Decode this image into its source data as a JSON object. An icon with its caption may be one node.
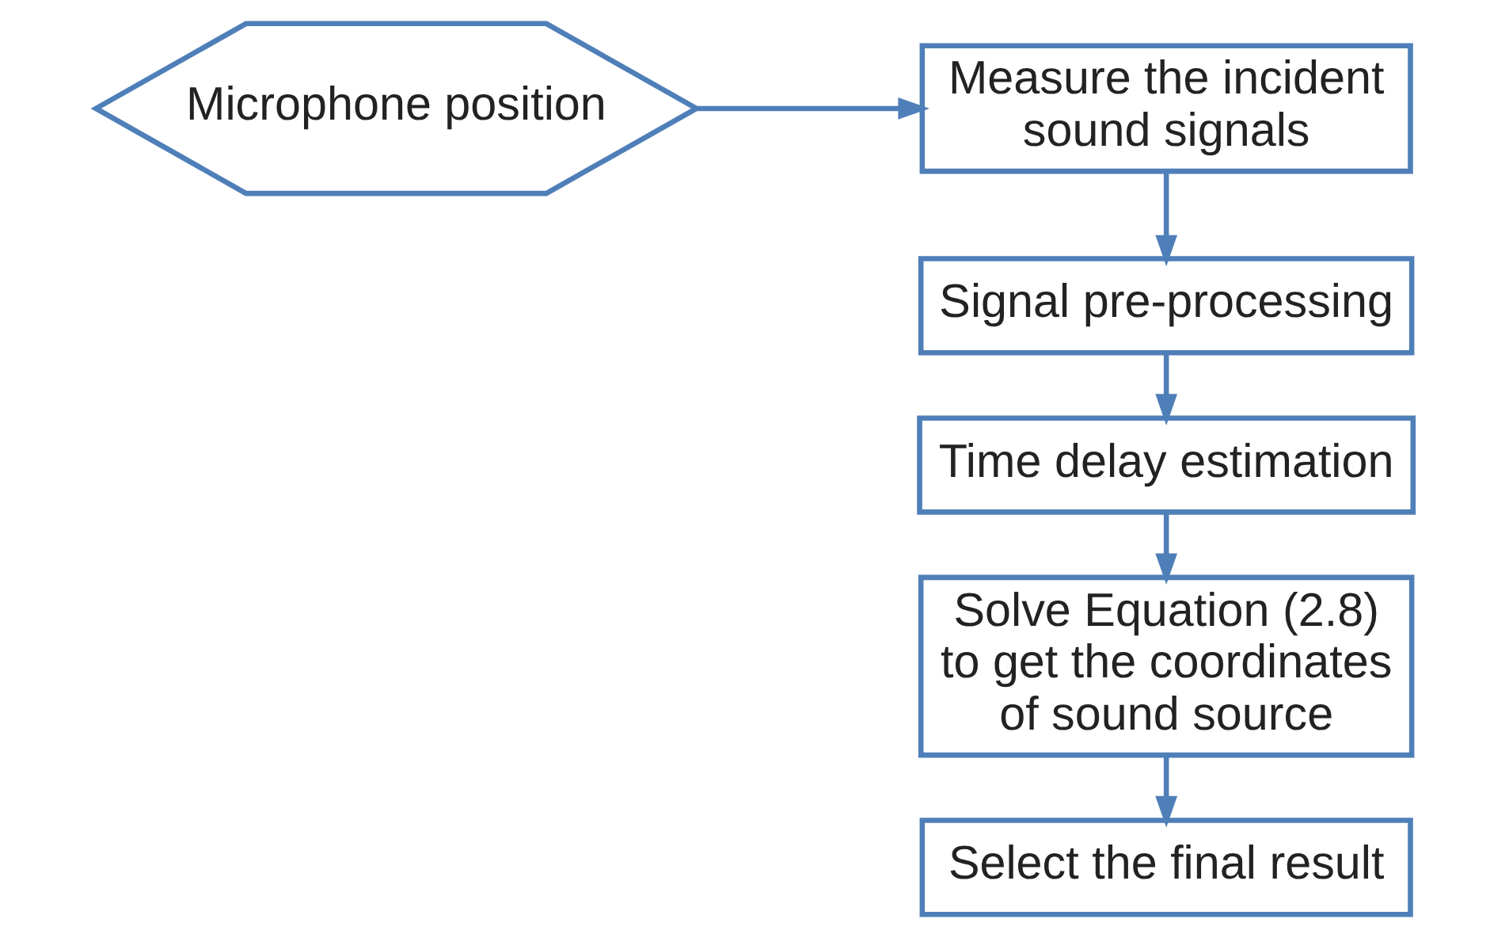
{
  "diagram": {
    "nodes": [
      {
        "text": [
          "Microphone position"
        ]
      },
      {
        "text": [
          "Measure the incident sound signals"
        ]
      },
      {
        "text": [
          "Signal pre-processing"
        ]
      },
      {
        "text": [
          "Time delay estimation"
        ]
      },
      {
        "text": [
          "Solve Equation (2.8) to get the coordinates of sound source"
        ]
      },
      {
        "text": [
          "Select the final result"
        ]
      }
    ],
    "edges": [
      {
        "from": 0,
        "to": 1,
        "arrow": "to"
      },
      {
        "from": 1,
        "to": 2,
        "arrow": "to"
      },
      {
        "from": 2,
        "to": 3,
        "arrow": "to"
      },
      {
        "from": 3,
        "to": 4,
        "arrow": "to"
      },
      {
        "from": 4,
        "to": 5,
        "arrow": "to"
      }
    ]
  }
}
